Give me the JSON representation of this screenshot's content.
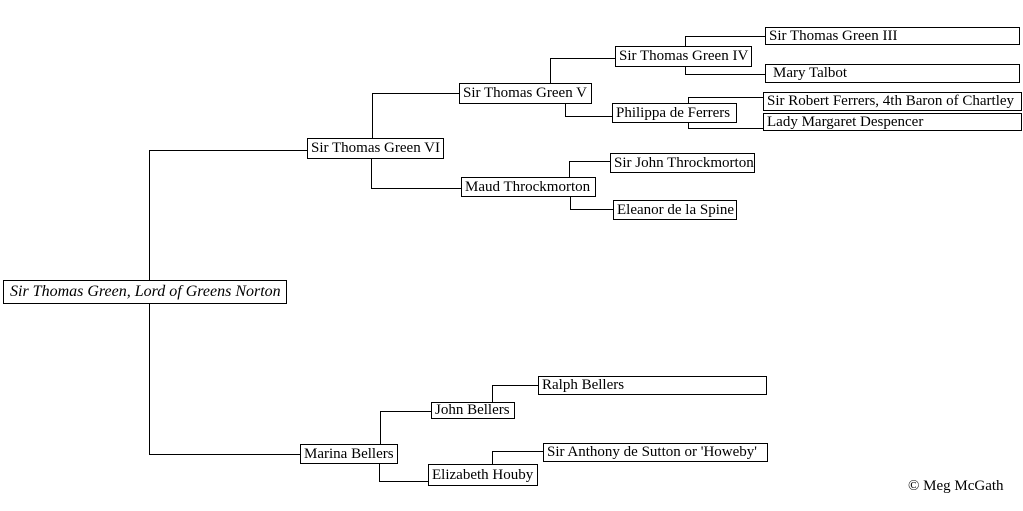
{
  "diagram": {
    "type": "family-tree",
    "description": "Ancestry chart of Sir Thomas Green, Lord of Greens Norton",
    "copyright": "© Meg McGath"
  },
  "nodes": {
    "subject": {
      "label": "Sir Thomas Green, Lord of Greens Norton"
    },
    "green6": {
      "label": "Sir Thomas Green VI"
    },
    "green5": {
      "label": "Sir Thomas Green V"
    },
    "green4": {
      "label": "Sir Thomas Green IV"
    },
    "green3": {
      "label": "Sir Thomas Green III"
    },
    "talbot": {
      "label": "Mary Talbot"
    },
    "philippa": {
      "label": "Philippa de Ferrers"
    },
    "robert": {
      "label": "Sir Robert Ferrers, 4th Baron of Chartley"
    },
    "margaret": {
      "label": "Lady Margaret Despencer"
    },
    "maud": {
      "label": "Maud Throckmorton"
    },
    "johnt": {
      "label": "Sir John Throckmorton"
    },
    "eleanor": {
      "label": "Eleanor de la Spine"
    },
    "marina": {
      "label": "Marina Bellers"
    },
    "johnb": {
      "label": "John Bellers"
    },
    "ralph": {
      "label": "Ralph Bellers"
    },
    "elizabeth": {
      "label": "Elizabeth Houby"
    },
    "anthony": {
      "label": "Sir Anthony de Sutton or 'Howeby'"
    }
  },
  "edges": [
    {
      "child": "subject",
      "father": "green6",
      "mother": "marina"
    },
    {
      "child": "green6",
      "father": "green5",
      "mother": "maud"
    },
    {
      "child": "green5",
      "father": "green4",
      "mother": "philippa"
    },
    {
      "child": "green4",
      "father": "green3",
      "mother": "talbot"
    },
    {
      "child": "philippa",
      "father": "robert",
      "mother": "margaret"
    },
    {
      "child": "maud",
      "father": "johnt",
      "mother": "eleanor"
    },
    {
      "child": "marina",
      "father": "johnb",
      "mother": "elizabeth"
    },
    {
      "child": "johnb",
      "father": "ralph"
    },
    {
      "child": "elizabeth",
      "father": "anthony"
    }
  ]
}
